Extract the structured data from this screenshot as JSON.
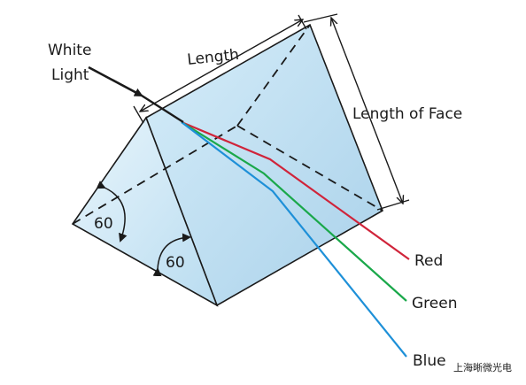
{
  "labels": {
    "white_light_line1": "White",
    "white_light_line2": "Light",
    "length": "Length",
    "length_of_face": "Length of Face",
    "angle_left": "60",
    "angle_bottom": "60"
  },
  "rays": {
    "red": {
      "label": "Red",
      "color": "#d0243a"
    },
    "green": {
      "label": "Green",
      "color": "#1aa84a"
    },
    "blue": {
      "label": "Blue",
      "color": "#1e90d8"
    }
  },
  "watermark": "上海晰微光电",
  "colors": {
    "prism_light": "#dff0fa",
    "prism_mid": "#bfe0f2",
    "prism_dark": "#a8d2ea",
    "outline": "#1a1a1a"
  }
}
